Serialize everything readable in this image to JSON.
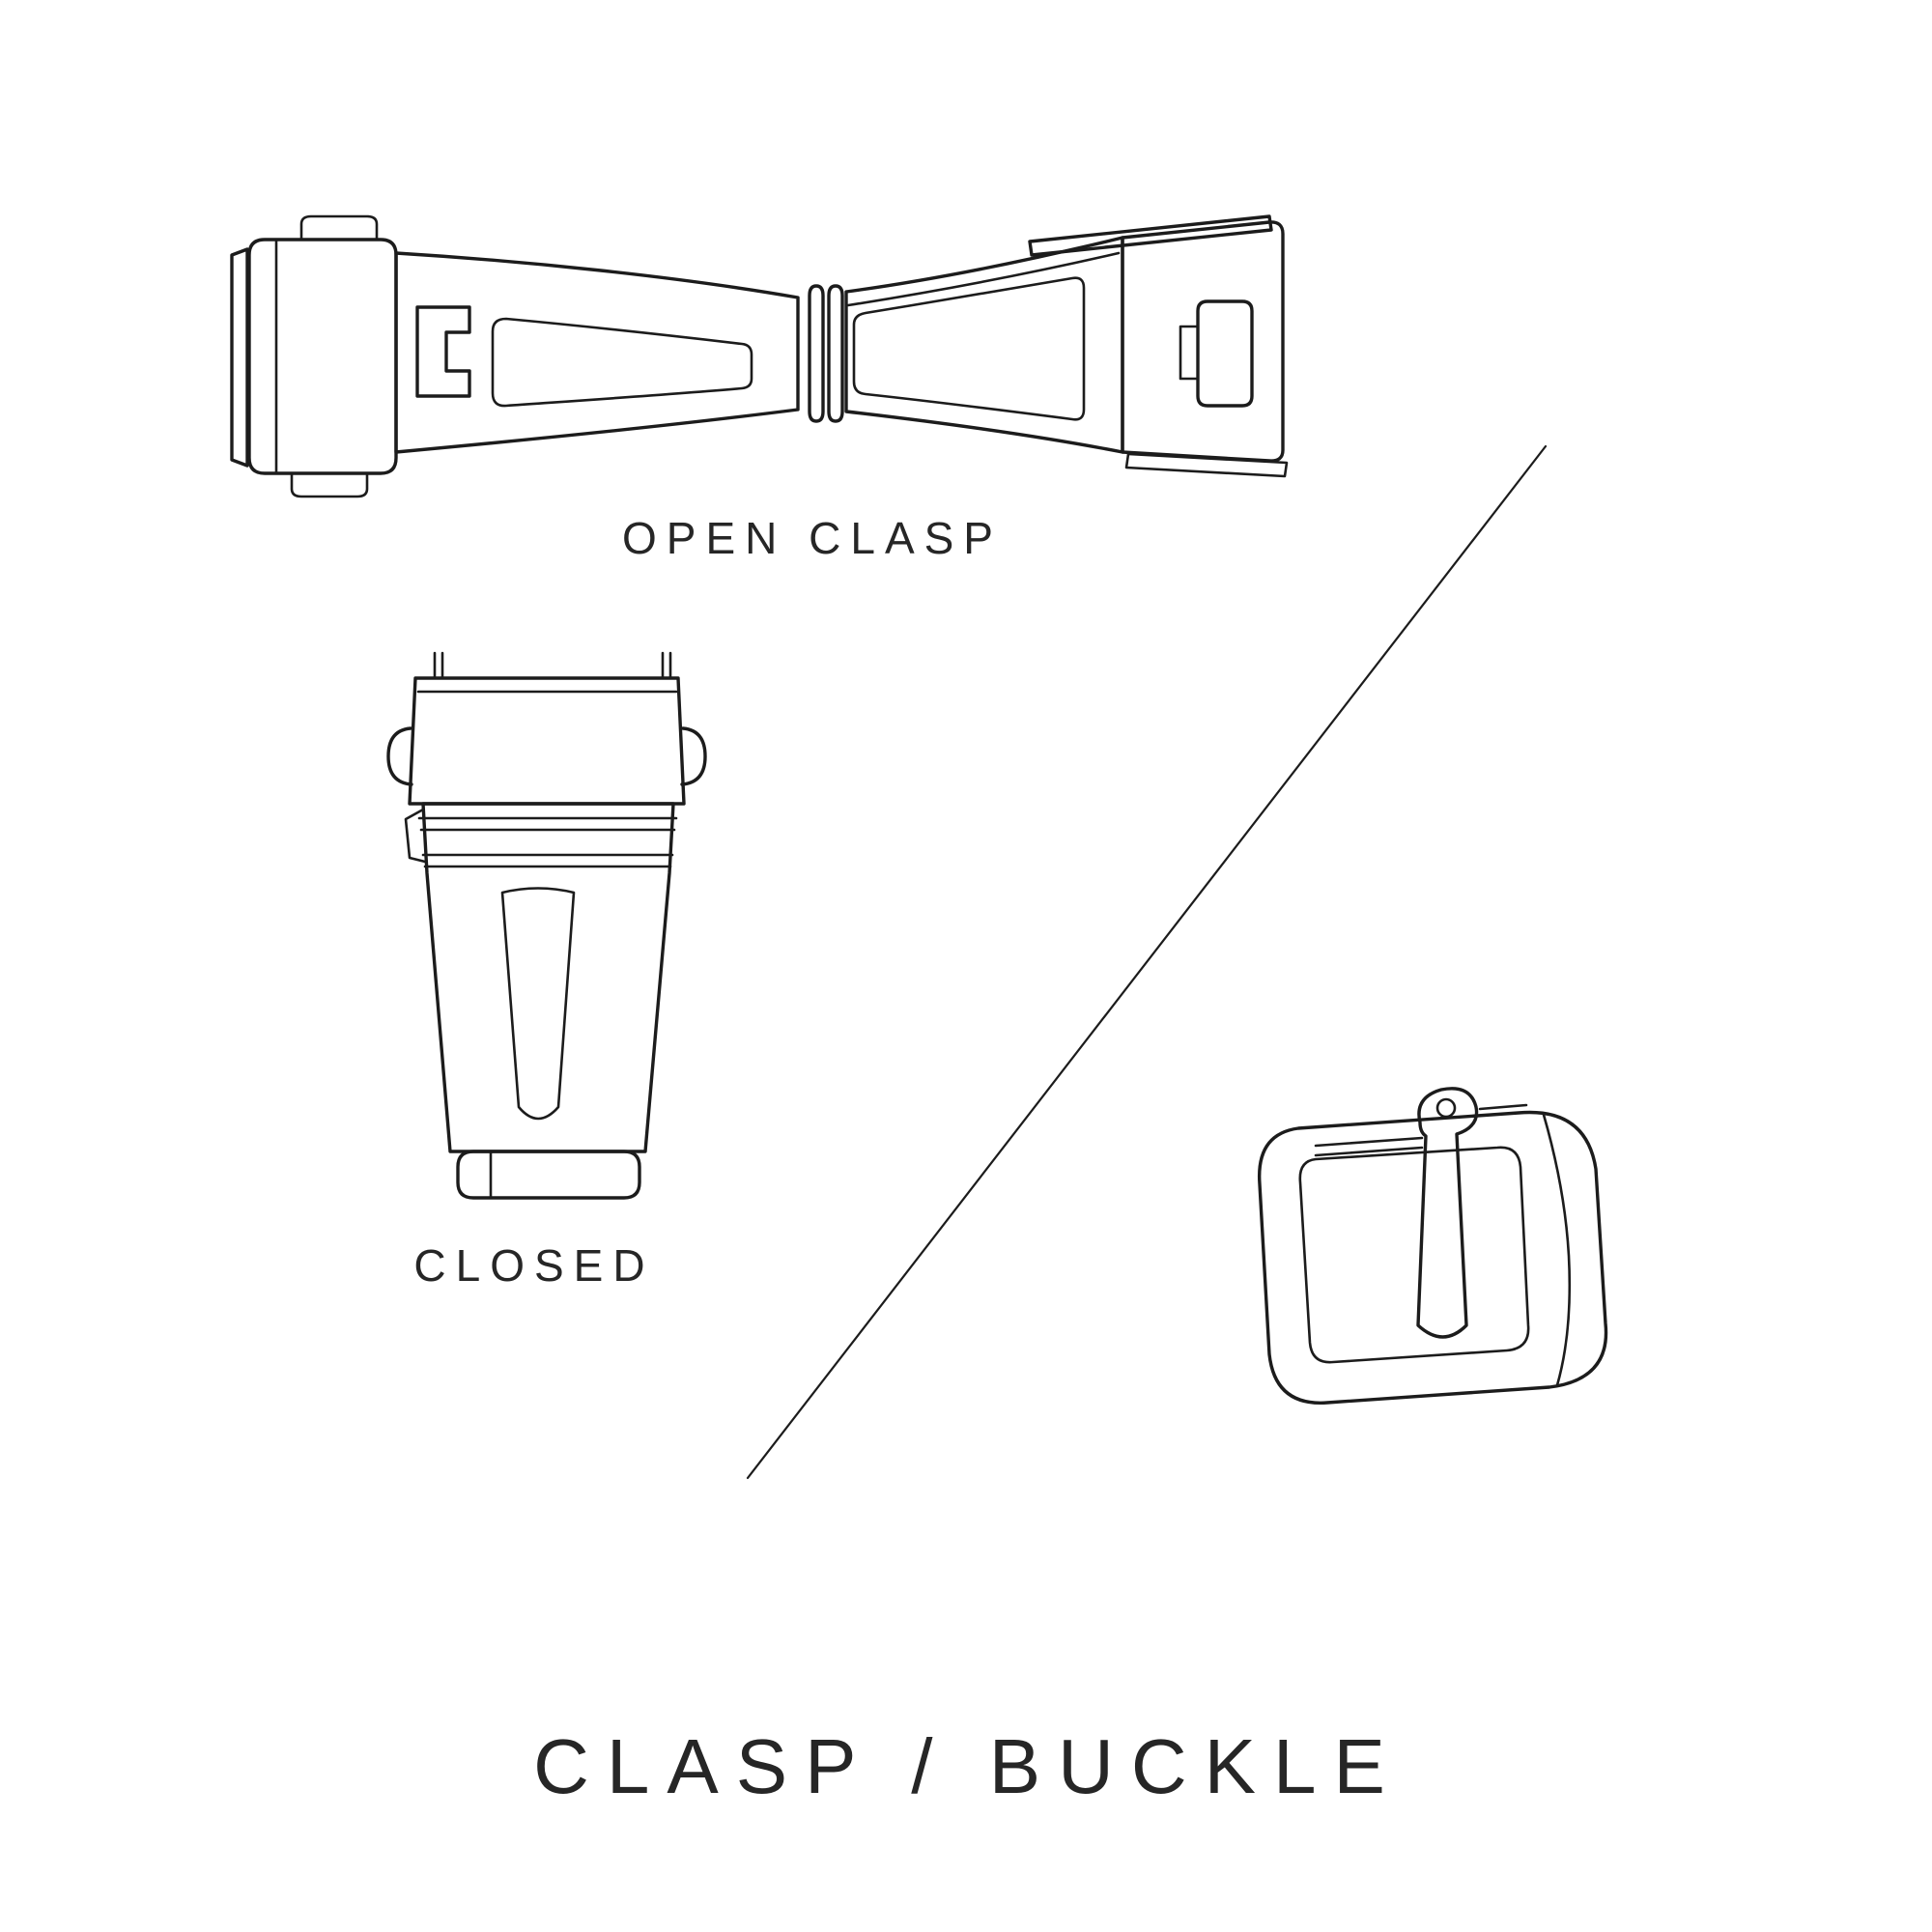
{
  "page": {
    "background": "#ffffff",
    "line_color": "#1c1c1c",
    "text_color": "#262626"
  },
  "labels": {
    "open_clasp": "OPEN CLASP",
    "closed": "CLOSED",
    "title": "CLASP / BUCKLE"
  },
  "figures": [
    {
      "name": "open-clasp-illustration",
      "caption": "OPEN CLASP",
      "description": "deployant clasp shown opened flat, top view"
    },
    {
      "name": "closed-clasp-illustration",
      "caption": "CLOSED",
      "description": "deployant clasp folded closed, top view"
    },
    {
      "name": "buckle-illustration",
      "caption": "",
      "description": "tang buckle with pin and tongue"
    }
  ],
  "divider": {
    "type": "diagonal-line"
  }
}
